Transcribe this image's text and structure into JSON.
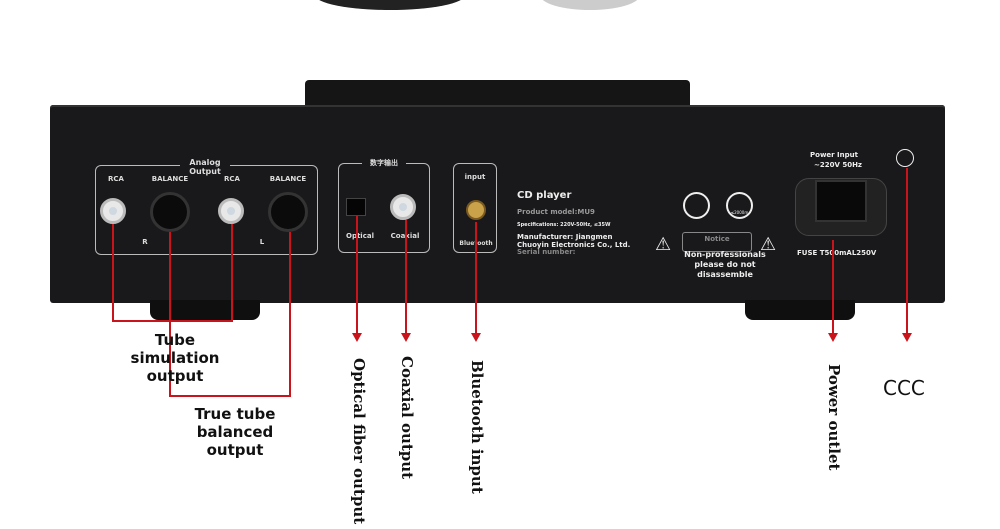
{
  "panel": {
    "analog_output": "Analog Output",
    "rca": "RCA",
    "balance": "BALANCE",
    "r": "R",
    "l": "L",
    "digital_output": "数字输出",
    "optical": "Optical",
    "coaxial": "Coaxial",
    "input": "input",
    "bluetooth": "Bluetooth",
    "title": "CD player",
    "model": "Product model:MU9",
    "specs": "Specifications: 220V-50Hz, ≤35W",
    "manufacturer": "Manufacturer: Jiangmen Chuoyin Electronics Co., Ltd.",
    "serial": "Serial number:",
    "notice": "Notice",
    "warning": "Non-professionals please do not disassemble",
    "altitude": "≤2000m",
    "power_input": "Power Input",
    "voltage": "~220V 50Hz",
    "fuse": "FUSE T500mAL250V"
  },
  "annotations": {
    "tube_sim": "Tube simulation output",
    "true_tube": "True tube balanced output",
    "optical": "Optical fiber output",
    "coaxial": "Coaxial output",
    "bluetooth": "Bluetooth input",
    "power": "Power outlet",
    "ccc": "CCC"
  },
  "colors": {
    "annotation_line": "#c8141a",
    "chassis": "#19191b"
  }
}
